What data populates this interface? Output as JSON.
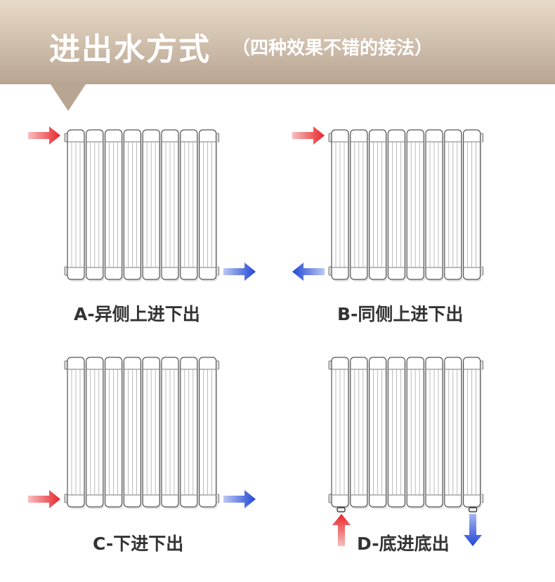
{
  "header": {
    "title": "进出水方式",
    "subtitle": "（四种效果不错的接法）"
  },
  "diagrams": [
    {
      "id": "A",
      "label": "A-异侧上进下出",
      "inlet": "top-left",
      "outlet": "bottom-right"
    },
    {
      "id": "B",
      "label": "B-同侧上进下出",
      "inlet": "top-left",
      "outlet": "bottom-left"
    },
    {
      "id": "C",
      "label": "C-下进下出",
      "inlet": "bottom-left",
      "outlet": "bottom-right"
    },
    {
      "id": "D",
      "label": "D-底进底出",
      "inlet": "underneath-left",
      "outlet": "underneath-right"
    }
  ],
  "colors": {
    "hot": "#e8262a",
    "cold": "#2146d6"
  },
  "radiator": {
    "columns": 8
  }
}
